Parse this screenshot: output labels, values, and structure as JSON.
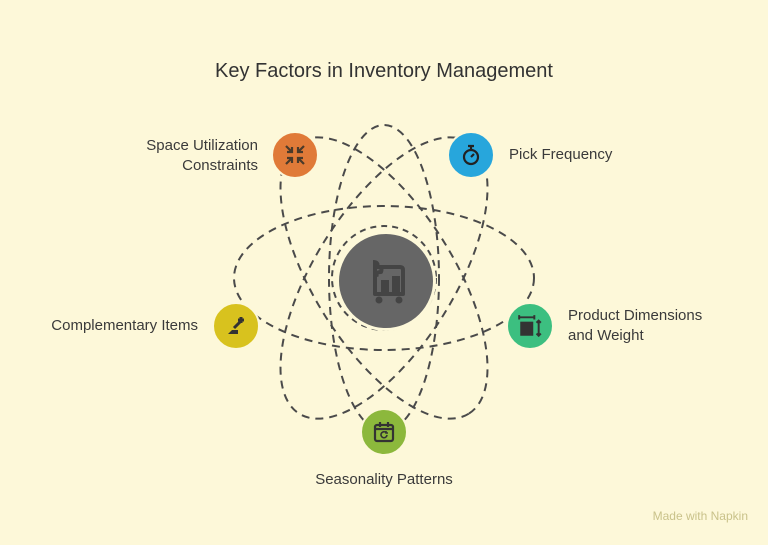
{
  "title": "Key Factors in Inventory Management",
  "center": {
    "icon": "inventory-cart-icon",
    "color": "#666666"
  },
  "factors": [
    {
      "label_lines": [
        "Space Utilization",
        "Constraints"
      ],
      "icon": "compress-arrows-icon",
      "color": "#e07a38"
    },
    {
      "label_lines": [
        "Pick Frequency"
      ],
      "icon": "stopwatch-icon",
      "color": "#27a6dc"
    },
    {
      "label_lines": [
        "Product Dimensions",
        "and Weight"
      ],
      "icon": "dimensions-icon",
      "color": "#3cbf80"
    },
    {
      "label_lines": [
        "Seasonality Patterns"
      ],
      "icon": "calendar-refresh-icon",
      "color": "#8cb83c"
    },
    {
      "label_lines": [
        "Complementary Items"
      ],
      "icon": "puzzle-plus-icon",
      "color": "#d8c21e"
    }
  ],
  "watermark": "Made with Napkin"
}
